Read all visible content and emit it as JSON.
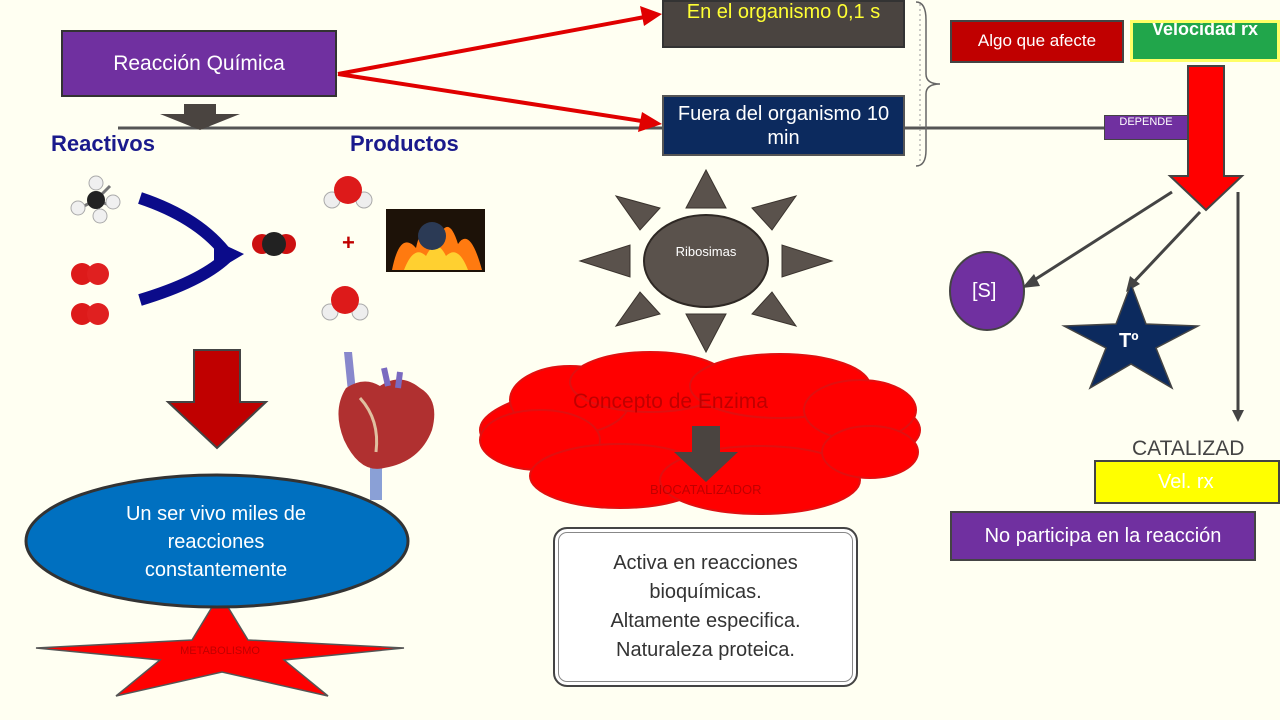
{
  "reaccion": "Reacción Química",
  "reactivos": "Reactivos",
  "productos": "Productos",
  "plus": "+",
  "organismo_dentro": "En el organismo 0,1 s",
  "organismo_fuera": "Fuera del organismo 10 min",
  "algo_afecte": "Algo que afecte",
  "velocidad": "Velocidad rx",
  "depende": "DEPENDE",
  "ribosimas": "Ribosimas",
  "sustrato": "[S]",
  "temperatura": "Tº",
  "catalizad": "CATALIZAD",
  "vel_rx": "Vel. rx",
  "no_participa": "No participa en la reacción",
  "ser_vivo": "Un ser vivo miles de reacciones constantemente",
  "metabolismo": "METABOLISMO",
  "concepto": "Concepto de Enzima",
  "biocatalizador": "BIOCATALIZADOR",
  "propiedades": [
    "Activa en reacciones bioquímicas.",
    "Altamente especifica.",
    "Naturaleza proteica."
  ],
  "colors": {
    "purple": "#7030a0",
    "navy": "#0c2a5e",
    "red": "#ee1111",
    "darkred": "#c00000",
    "green": "#21a64b",
    "yellow": "#ffff00",
    "blue": "#0070c0",
    "gray": "#4a4440"
  }
}
